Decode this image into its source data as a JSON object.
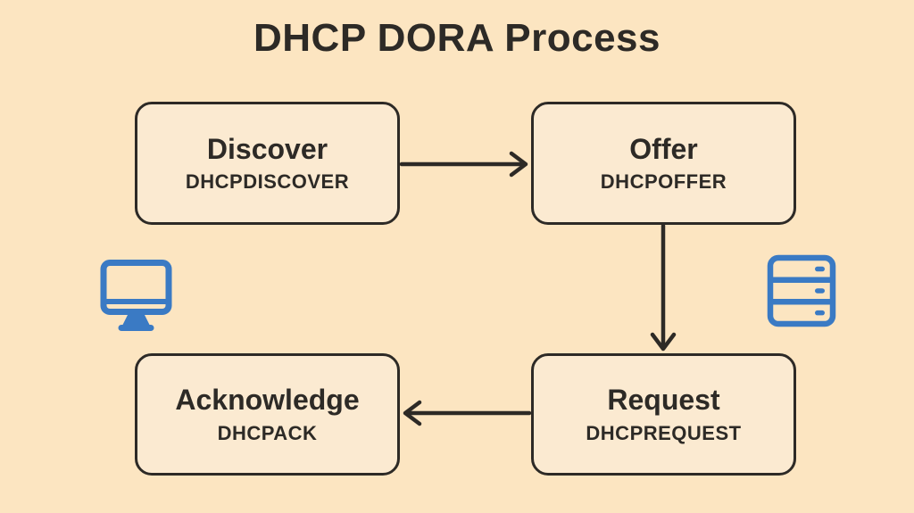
{
  "title": "DHCP DORA Process",
  "colors": {
    "background": "#FCE5C1",
    "box_fill": "#FBEAD1",
    "ink": "#2D2A26",
    "icon_blue": "#3A7AC4"
  },
  "nodes": [
    {
      "id": "discover",
      "title": "Discover",
      "message": "DHCPDISCOVER"
    },
    {
      "id": "offer",
      "title": "Offer",
      "message": "DHCPOFFER"
    },
    {
      "id": "request",
      "title": "Request",
      "message": "DHCPREQUEST"
    },
    {
      "id": "acknowledge",
      "title": "Acknowledge",
      "message": "DHCPACK"
    }
  ],
  "edges": [
    {
      "from": "discover",
      "to": "offer",
      "direction": "right"
    },
    {
      "from": "offer",
      "to": "request",
      "direction": "down"
    },
    {
      "from": "request",
      "to": "acknowledge",
      "direction": "left"
    }
  ],
  "icons": [
    {
      "name": "client-monitor-icon",
      "meaning": "DHCP client computer"
    },
    {
      "name": "dhcp-server-icon",
      "meaning": "DHCP server"
    }
  ]
}
